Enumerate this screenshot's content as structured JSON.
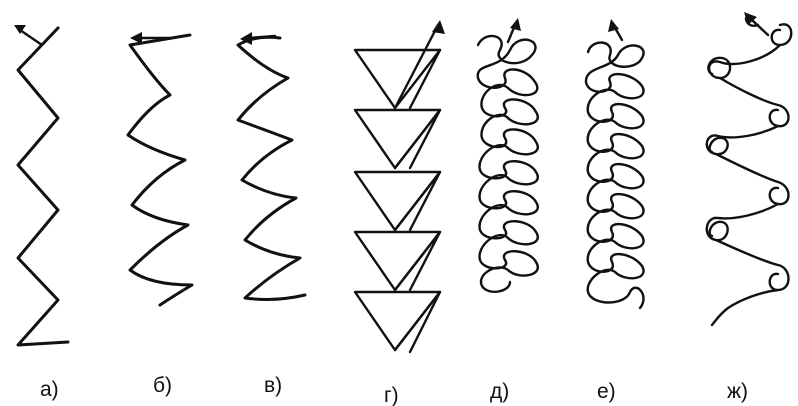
{
  "figure": {
    "panels": [
      {
        "id": "a",
        "label": "а)",
        "pattern": "zigzag"
      },
      {
        "id": "b",
        "label": "б)",
        "pattern": "curved-zigzag"
      },
      {
        "id": "v",
        "label": "в)",
        "pattern": "hooked-zigzag"
      },
      {
        "id": "g",
        "label": "г)",
        "pattern": "triangles"
      },
      {
        "id": "d",
        "label": "д)",
        "pattern": "figure-eight-loops"
      },
      {
        "id": "e",
        "label": "е)",
        "pattern": "figure-eight-loops-dense"
      },
      {
        "id": "zh",
        "label": "ж)",
        "pattern": "alternating-side-loops"
      }
    ],
    "ink_color": "#111111"
  }
}
